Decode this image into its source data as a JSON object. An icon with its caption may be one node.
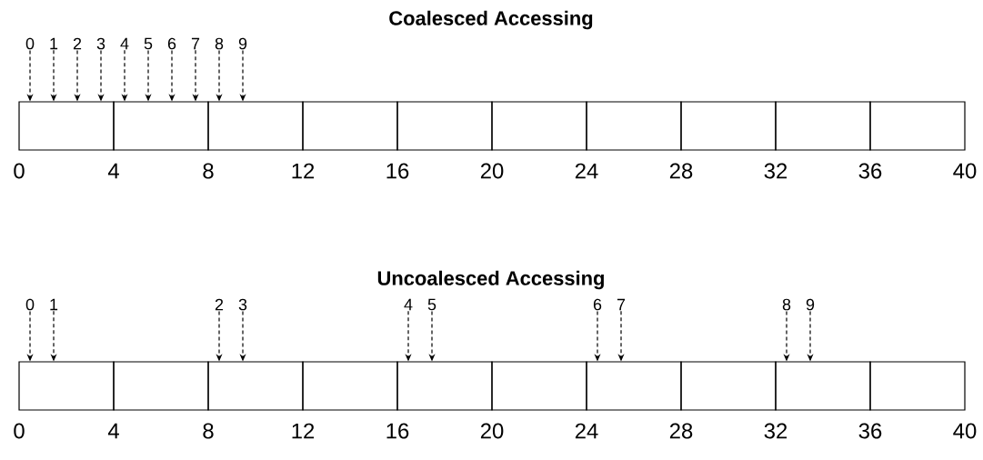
{
  "diagram": {
    "nodes": [
      {
        "text": [
          "0"
        ]
      },
      {
        "text": [
          "1"
        ]
      },
      {
        "text": [
          "2"
        ]
      },
      {
        "text": [
          "3"
        ]
      },
      {
        "text": [
          "4"
        ]
      },
      {
        "text": [
          "5"
        ]
      },
      {
        "text": [
          "6"
        ]
      },
      {
        "text": [
          "7"
        ]
      },
      {
        "text": [
          "8"
        ]
      },
      {
        "text": [
          "9"
        ]
      },
      {
        "text": [],
        "shape": "box"
      },
      {
        "text": [],
        "shape": "box"
      },
      {
        "text": [],
        "shape": "box"
      },
      {
        "text": [],
        "shape": "box"
      },
      {
        "text": [],
        "shape": "box"
      },
      {
        "text": [],
        "shape": "box"
      },
      {
        "text": [],
        "shape": "box"
      },
      {
        "text": [],
        "shape": "box"
      },
      {
        "text": [],
        "shape": "box"
      },
      {
        "text": [],
        "shape": "box"
      },
      {
        "text": [
          "0"
        ]
      },
      {
        "text": [
          "1"
        ]
      },
      {
        "text": [
          "2"
        ]
      },
      {
        "text": [
          "3"
        ]
      },
      {
        "text": [
          "4"
        ]
      },
      {
        "text": [
          "5"
        ]
      },
      {
        "text": [
          "6"
        ]
      },
      {
        "text": [
          "7"
        ]
      },
      {
        "text": [
          "8"
        ]
      },
      {
        "text": [
          "9"
        ]
      },
      {
        "text": [],
        "shape": "box"
      },
      {
        "text": [],
        "shape": "box"
      },
      {
        "text": [],
        "shape": "box"
      },
      {
        "text": [],
        "shape": "box"
      },
      {
        "text": [],
        "shape": "box"
      },
      {
        "text": [],
        "shape": "box"
      },
      {
        "text": [],
        "shape": "box"
      },
      {
        "text": [],
        "shape": "box"
      },
      {
        "text": [],
        "shape": "box"
      },
      {
        "text": [],
        "shape": "box"
      }
    ],
    "edges": [
      {
        "from": 0,
        "to": 10,
        "arrow": "to",
        "style": "dashed"
      },
      {
        "from": 1,
        "to": 10,
        "arrow": "to",
        "style": "dashed"
      },
      {
        "from": 2,
        "to": 10,
        "arrow": "to",
        "style": "dashed"
      },
      {
        "from": 3,
        "to": 10,
        "arrow": "to",
        "style": "dashed"
      },
      {
        "from": 4,
        "to": 11,
        "arrow": "to",
        "style": "dashed"
      },
      {
        "from": 5,
        "to": 11,
        "arrow": "to",
        "style": "dashed"
      },
      {
        "from": 6,
        "to": 11,
        "arrow": "to",
        "style": "dashed"
      },
      {
        "from": 7,
        "to": 11,
        "arrow": "to",
        "style": "dashed"
      },
      {
        "from": 8,
        "to": 12,
        "arrow": "to",
        "style": "dashed"
      },
      {
        "from": 9,
        "to": 12,
        "arrow": "to",
        "style": "dashed"
      },
      {
        "from": 20,
        "to": 30,
        "arrow": "to",
        "style": "dashed"
      },
      {
        "from": 21,
        "to": 30,
        "arrow": "to",
        "style": "dashed"
      },
      {
        "from": 22,
        "to": 32,
        "arrow": "to",
        "style": "dashed"
      },
      {
        "from": 23,
        "to": 32,
        "arrow": "to",
        "style": "dashed"
      },
      {
        "from": 24,
        "to": 34,
        "arrow": "to",
        "style": "dashed"
      },
      {
        "from": 25,
        "to": 34,
        "arrow": "to",
        "style": "dashed"
      },
      {
        "from": 26,
        "to": 36,
        "arrow": "to",
        "style": "dashed"
      },
      {
        "from": 27,
        "to": 36,
        "arrow": "to",
        "style": "dashed"
      },
      {
        "from": 28,
        "to": 38,
        "arrow": "to",
        "style": "dashed"
      },
      {
        "from": 29,
        "to": 38,
        "arrow": "to",
        "style": "dashed"
      }
    ],
    "labels": [
      "Coalesced Accessing",
      "0",
      "4",
      "8",
      "12",
      "16",
      "20",
      "24",
      "28",
      "32",
      "36",
      "40",
      "Uncoalesced Accessing",
      "0",
      "4",
      "8",
      "12",
      "16",
      "20",
      "24",
      "28",
      "32",
      "36",
      "40"
    ]
  }
}
